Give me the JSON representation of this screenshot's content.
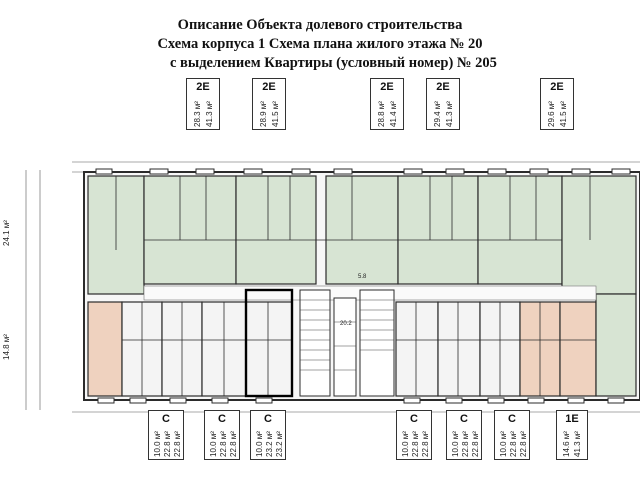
{
  "title": {
    "line1": "Описание Объекта долевого строительства",
    "line2": "Схема корпуса 1 Схема плана жилого этажа № 20",
    "line3": "с выделением Квартиры (условный номер) № 205"
  },
  "top_tags": [
    {
      "code": "2E",
      "lines": [
        "28.3 м²",
        "41.3 м²"
      ]
    },
    {
      "code": "2E",
      "lines": [
        "28.9 м²",
        "41.5 м²"
      ]
    },
    {
      "code": "2E",
      "lines": [
        "28.8 м²",
        "41.4 м²"
      ]
    },
    {
      "code": "2E",
      "lines": [
        "29.4 м²",
        "41.3 м²"
      ]
    },
    {
      "code": "2E",
      "lines": [
        "29.6 м²",
        "41.5 м²"
      ]
    }
  ],
  "bottom_tags": [
    {
      "code": "C",
      "lines": [
        "10.0 м²",
        "22.8 м²",
        "22.8 м²"
      ]
    },
    {
      "code": "C",
      "lines": [
        "10.0 м²",
        "22.8 м²",
        "22.8 м²"
      ]
    },
    {
      "code": "C",
      "lines": [
        "10.0 м²",
        "23.2 м²",
        "23.2 м²"
      ]
    },
    {
      "code": "C",
      "lines": [
        "10.0 м²",
        "22.8 м²",
        "22.8 м²"
      ]
    },
    {
      "code": "C",
      "lines": [
        "10.0 м²",
        "22.8 м²",
        "22.8 м²"
      ]
    },
    {
      "code": "C",
      "lines": [
        "10.0 м²",
        "22.8 м²",
        "22.8 м²"
      ]
    },
    {
      "code": "1E",
      "lines": [
        "14.6 м²",
        "41.3 м²"
      ]
    }
  ],
  "side_labels": {
    "upper": "24.1 м²",
    "lower": "14.8 м²"
  },
  "room_labels": {
    "corridor": "20.2",
    "stair": "5.8"
  },
  "colors": {
    "apartment_green": "#d7e4d3",
    "highlight_peach": "#efd2bf",
    "wall": "#2b2b2b"
  }
}
